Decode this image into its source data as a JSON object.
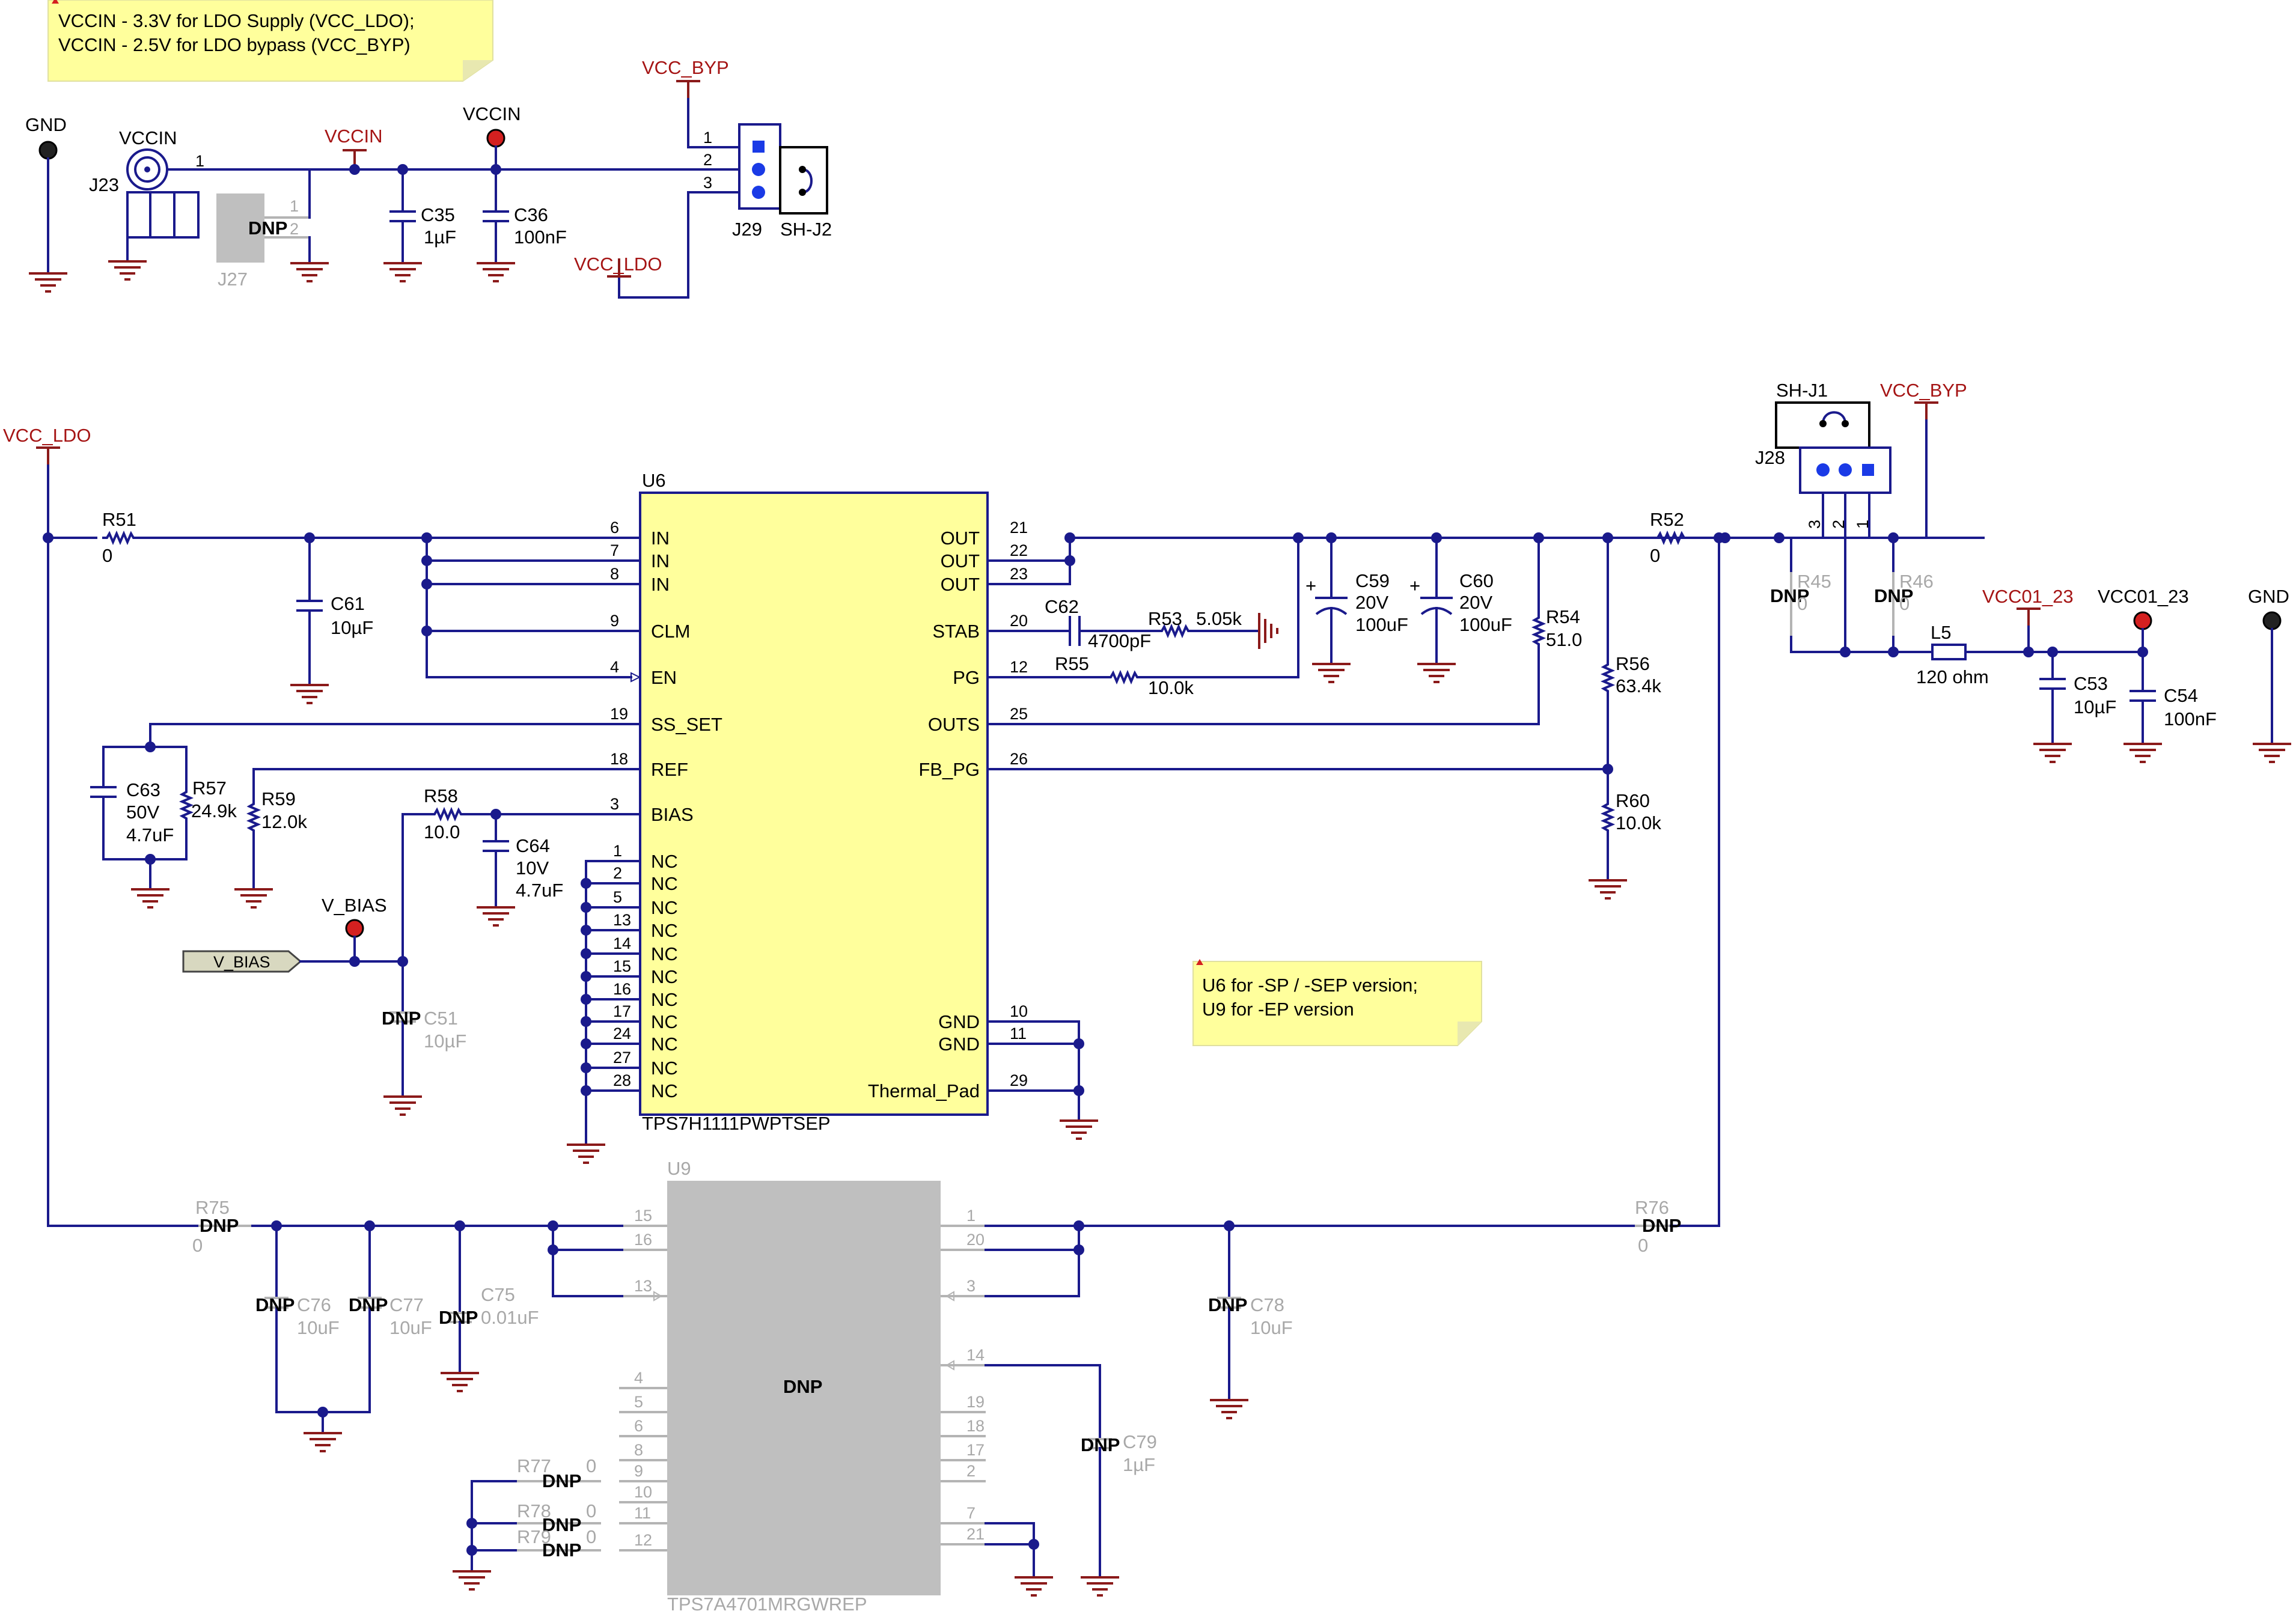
{
  "notes": {
    "top": [
      "VCCIN - 3.3V for LDO Supply (VCC_LDO);",
      "VCCIN - 2.5V for LDO bypass (VCC_BYP)"
    ],
    "mid": [
      "U6 for -SP / -SEP version;",
      "U9 for -EP version"
    ]
  },
  "nets": {
    "gnd": "GND",
    "vccin": "VCCIN",
    "vcc_byp": "VCC_BYP",
    "vcc_ldo": "VCC_LDO",
    "vcc01_23": "VCC01_23",
    "v_bias": "V_BIAS"
  },
  "dnp": "DNP",
  "connectors": {
    "j23": "J23",
    "j27": "J27",
    "j29": "J29",
    "sh_j2": "SH-J2",
    "j28": "J28",
    "sh_j1": "SH-J1",
    "pin1": "1",
    "pin2": "2",
    "pin3": "3"
  },
  "components": {
    "c35": {
      "ref": "C35",
      "val": "1µF"
    },
    "c36": {
      "ref": "C36",
      "val": "100nF"
    },
    "r51": {
      "ref": "R51",
      "val": "0"
    },
    "c61": {
      "ref": "C61",
      "val": "10µF"
    },
    "r52": {
      "ref": "R52",
      "val": "0"
    },
    "c59": {
      "ref": "C59",
      "v": "20V",
      "val": "100uF"
    },
    "c60": {
      "ref": "C60",
      "v": "20V",
      "val": "100uF"
    },
    "r54": {
      "ref": "R54",
      "val": "51.0"
    },
    "r56": {
      "ref": "R56",
      "val": "63.4k"
    },
    "r60": {
      "ref": "R60",
      "val": "10.0k"
    },
    "c62": {
      "ref": "C62",
      "val": "4700pF"
    },
    "r53": {
      "ref": "R53",
      "val": "5.05k"
    },
    "r55": {
      "ref": "R55",
      "val": "10.0k"
    },
    "c63": {
      "ref": "C63",
      "v": "50V",
      "val": "4.7uF"
    },
    "r57": {
      "ref": "R57",
      "val": "24.9k"
    },
    "r59": {
      "ref": "R59",
      "val": "12.0k"
    },
    "r58": {
      "ref": "R58",
      "val": "10.0"
    },
    "c64": {
      "ref": "C64",
      "v": "10V",
      "val": "4.7uF"
    },
    "c51": {
      "ref": "C51",
      "val": "10µF"
    },
    "r45": {
      "ref": "R45",
      "val": "0"
    },
    "r46": {
      "ref": "R46",
      "val": "0"
    },
    "l5": {
      "ref": "L5",
      "val": "120 ohm"
    },
    "c53": {
      "ref": "C53",
      "val": "10µF"
    },
    "c54": {
      "ref": "C54",
      "val": "100nF"
    },
    "r75": {
      "ref": "R75",
      "val": "0"
    },
    "r76": {
      "ref": "R76",
      "val": "0"
    },
    "c76": {
      "ref": "C76",
      "val": "10uF"
    },
    "c77": {
      "ref": "C77",
      "val": "10uF"
    },
    "c75": {
      "ref": "C75",
      "val": "0.01uF"
    },
    "c78": {
      "ref": "C78",
      "val": "10uF"
    },
    "c79": {
      "ref": "C79",
      "val": "1µF"
    },
    "r77": {
      "ref": "R77",
      "val": "0"
    },
    "r78": {
      "ref": "R78",
      "val": "0"
    },
    "r79": {
      "ref": "R79",
      "val": "0"
    }
  },
  "u6": {
    "ref": "U6",
    "part": "TPS7H1111PWPTSEP",
    "left_pins": [
      {
        "num": "6",
        "name": "IN"
      },
      {
        "num": "7",
        "name": "IN"
      },
      {
        "num": "8",
        "name": "IN"
      },
      {
        "num": "9",
        "name": "CLM"
      },
      {
        "num": "4",
        "name": "EN"
      },
      {
        "num": "19",
        "name": "SS_SET"
      },
      {
        "num": "18",
        "name": "REF"
      },
      {
        "num": "3",
        "name": "BIAS"
      },
      {
        "num": "1",
        "name": "NC"
      },
      {
        "num": "2",
        "name": "NC"
      },
      {
        "num": "5",
        "name": "NC"
      },
      {
        "num": "13",
        "name": "NC"
      },
      {
        "num": "14",
        "name": "NC"
      },
      {
        "num": "15",
        "name": "NC"
      },
      {
        "num": "16",
        "name": "NC"
      },
      {
        "num": "17",
        "name": "NC"
      },
      {
        "num": "24",
        "name": "NC"
      },
      {
        "num": "27",
        "name": "NC"
      },
      {
        "num": "28",
        "name": "NC"
      }
    ],
    "right_pins": [
      {
        "num": "21",
        "name": "OUT"
      },
      {
        "num": "22",
        "name": "OUT"
      },
      {
        "num": "23",
        "name": "OUT"
      },
      {
        "num": "20",
        "name": "STAB"
      },
      {
        "num": "12",
        "name": "PG"
      },
      {
        "num": "25",
        "name": "OUTS"
      },
      {
        "num": "26",
        "name": "FB_PG"
      },
      {
        "num": "10",
        "name": "GND"
      },
      {
        "num": "11",
        "name": "GND"
      },
      {
        "num": "29",
        "name": "Thermal_Pad"
      }
    ]
  },
  "u9": {
    "ref": "U9",
    "part": "TPS7A4701MRGWREP",
    "label": "DNP",
    "left_pins": [
      "15",
      "16",
      "13",
      "4",
      "5",
      "6",
      "8",
      "9",
      "10",
      "11",
      "12"
    ],
    "right_pins": [
      "1",
      "20",
      "3",
      "14",
      "19",
      "18",
      "17",
      "2",
      "7",
      "21"
    ]
  }
}
